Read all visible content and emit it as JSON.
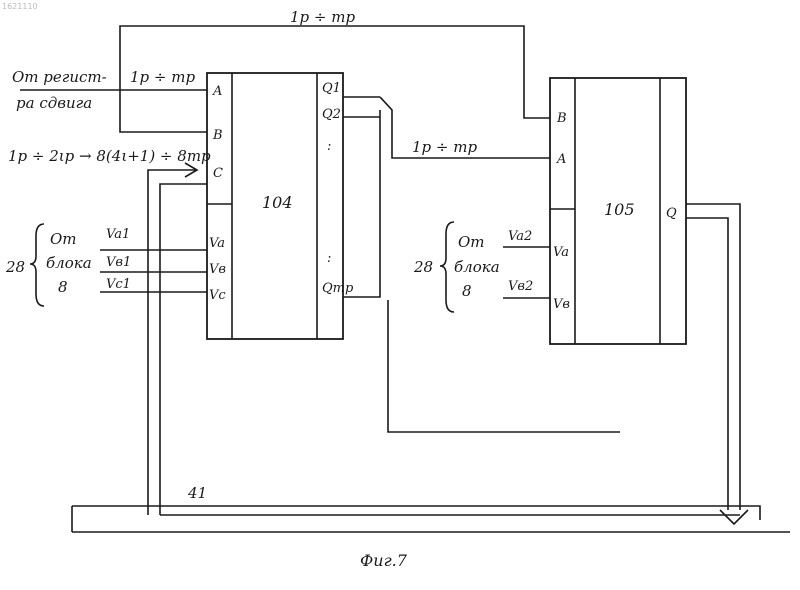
{
  "corner_code": "1621110",
  "figure_caption": "Фиг.7",
  "bus_label": "41",
  "top_range": "1p ÷ mp",
  "register_source": {
    "line1": "От регист-",
    "line2": "ра сдвига",
    "range": "1p ÷ mp"
  },
  "c_input_text": "1p ÷ 2ιp → 8(4ι+1) ÷ 8mp",
  "mid_range": "1p ÷ mp",
  "block_104": {
    "number": "104",
    "inputs": [
      "A",
      "B",
      "C"
    ],
    "v_inputs": [
      "Va",
      "Vв",
      "Vc"
    ],
    "outputs": [
      "Q1",
      "Q2",
      ":",
      ":",
      "Qmp"
    ]
  },
  "block_105": {
    "number": "105",
    "inputs": [
      "B",
      "A"
    ],
    "v_inputs": [
      "Va",
      "Vв"
    ],
    "output": "Q"
  },
  "left_source": {
    "ref": "28",
    "lines": [
      "От",
      "блока",
      "8"
    ],
    "signals": [
      "Va1",
      "Vв1",
      "Vc1"
    ]
  },
  "right_source": {
    "ref": "28",
    "lines": [
      "От",
      "блока",
      "8"
    ],
    "signals": [
      "Va2",
      "Vв2"
    ]
  }
}
